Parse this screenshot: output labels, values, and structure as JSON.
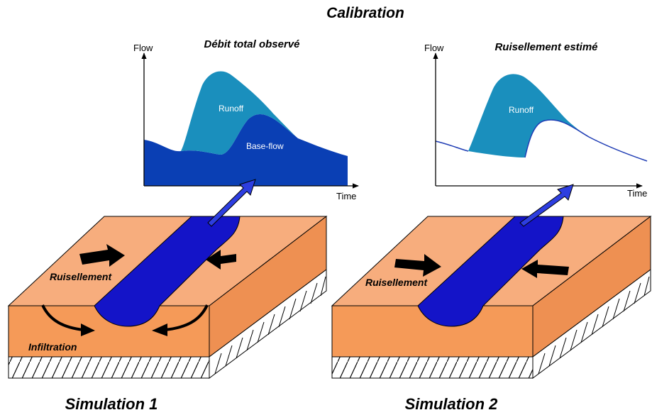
{
  "title": "Calibration",
  "graph1": {
    "title": "Débit total observé",
    "y_axis": "Flow",
    "x_axis": "Time",
    "runoff_label": "Runoff",
    "baseflow_label": "Base-flow"
  },
  "graph2": {
    "title": "Ruisellement estimé",
    "y_axis": "Flow",
    "x_axis": "Time",
    "runoff_label": "Runoff"
  },
  "block1": {
    "ruissellement_label": "Ruisellement",
    "infiltration_label": "Infiltration",
    "caption": "Simulation 1"
  },
  "block2": {
    "ruissellement_label": "Ruisellement",
    "caption": "Simulation 2"
  },
  "colors": {
    "soil_top": "#f7ad7d",
    "soil_front": "#f59a58",
    "soil_side": "#e6874a",
    "river": "#1414c8",
    "runoff_fill": "#1a8fbd",
    "baseflow_fill": "#0a3fb4",
    "hydrograph_line": "#1e3cb4"
  }
}
